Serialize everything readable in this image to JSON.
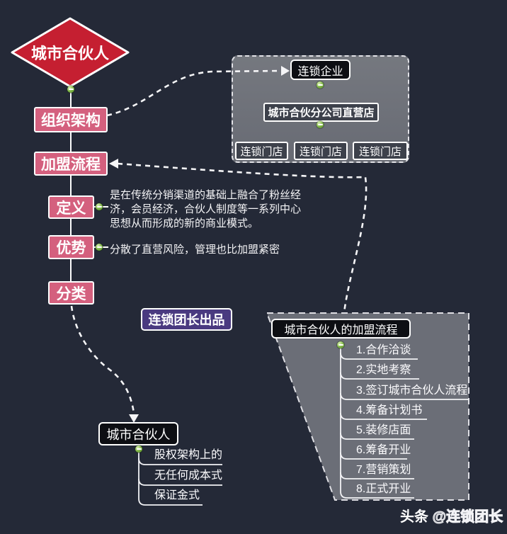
{
  "palette": {
    "background": "#242937",
    "node_pink": "#d4607e",
    "root_red": "#c51f31",
    "badge_purple": "#4a3a80",
    "panel_gray": "#6d7079",
    "box_black": "#0d0e13",
    "box_dark": "#3d414b",
    "connector_green": "#7cb342",
    "line_white": "#ffffff"
  },
  "root": {
    "label": "城市合伙人"
  },
  "branches": [
    {
      "label": "组织架构"
    },
    {
      "label": "加盟流程"
    },
    {
      "label": "定义"
    },
    {
      "label": "优势"
    },
    {
      "label": "分类"
    }
  ],
  "definition": {
    "text": "是在传统分销渠道的基础上融合了粉丝经济，会员经济，合伙人制度等一系列中心思想从而形成的新的商业模式。"
  },
  "advantage": {
    "text": "分散了直营风险，管理也比加盟紧密"
  },
  "badge": {
    "label": "连锁团长出品"
  },
  "org_chart": {
    "company": "连锁企业",
    "branch_company": "城市合伙分公司直营店",
    "stores": [
      "连锁门店",
      "连锁门店",
      "连锁门店"
    ]
  },
  "franchise_flow": {
    "title": "城市合伙人的加盟流程",
    "steps": [
      "1.合作洽谈",
      "2.实地考察",
      "3.签订城市合伙人流程",
      "4.筹备计划书",
      "5.装修店面",
      "6.筹备开业",
      "7.营销策划",
      "8.正式开业"
    ]
  },
  "classification": {
    "title": "城市合伙人",
    "items": [
      "股权架构上的",
      "无任何成本式",
      "保证金式"
    ]
  },
  "watermark": {
    "source": "头条",
    "handle": "@连锁团长"
  }
}
